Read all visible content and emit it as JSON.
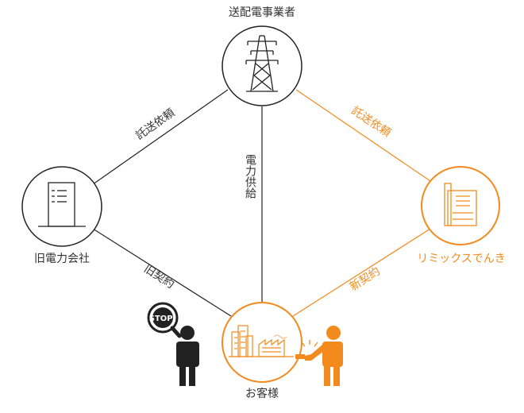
{
  "nodes": {
    "grid_operator": {
      "label": "送配電事業者"
    },
    "old_company": {
      "label": "旧電力会社"
    },
    "new_company": {
      "label": "リミックスでんき"
    },
    "customer": {
      "label": "お客様"
    }
  },
  "edges": {
    "old_to_grid": {
      "label": "託送依頼"
    },
    "new_to_grid": {
      "label": "託送依頼"
    },
    "grid_to_customer": {
      "label": "電力供給"
    },
    "old_to_customer": {
      "label": "旧契約"
    },
    "new_to_customer": {
      "label": "新契約"
    }
  },
  "stop_sign": {
    "label": "STOP!"
  },
  "colors": {
    "line": "#222222",
    "accent": "#F28A1E",
    "accent_light": "#F7B877",
    "figure_dark": "#222222"
  }
}
